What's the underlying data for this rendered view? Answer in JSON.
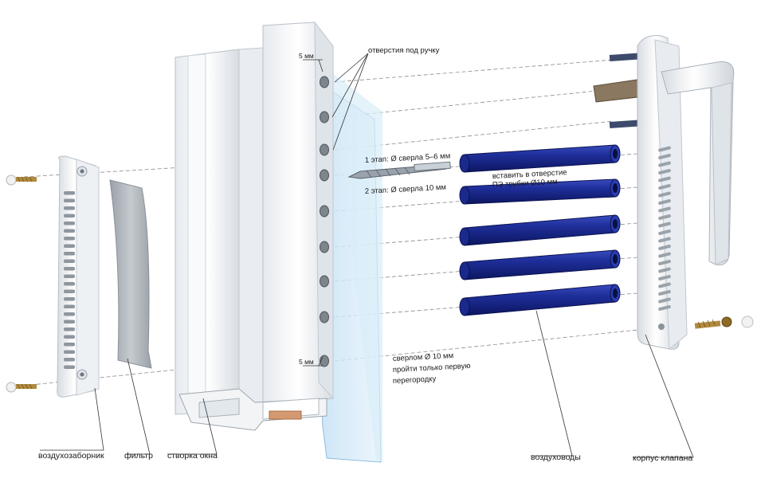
{
  "annotations": {
    "handle_holes": "отверстия под ручку",
    "gap_top": "5 мм",
    "gap_bottom": "5 мм",
    "drill_step1": "1 этап: Ø сверла 5–6 мм",
    "drill_step2": "2 этап: Ø сверла 10 мм",
    "insert_tubes_line1": "вставить в отверстие",
    "insert_tubes_line2": "ПЭ трубки Ø10 мм",
    "drill_note_line1": "сверлом Ø 10 мм",
    "drill_note_line2": "пройти только первую",
    "drill_note_line3": "перегородку"
  },
  "labels": {
    "air_intake": "воздухозаборник",
    "filter": "фильтр",
    "sash": "створка окна",
    "air_ducts": "воздуховоды",
    "valve_body": "корпус клапана"
  },
  "colors": {
    "tube": "#1a2a8c",
    "glass": "#cfe6f7",
    "profile": "#f4f6f8",
    "filter": "#aeb4ba"
  }
}
